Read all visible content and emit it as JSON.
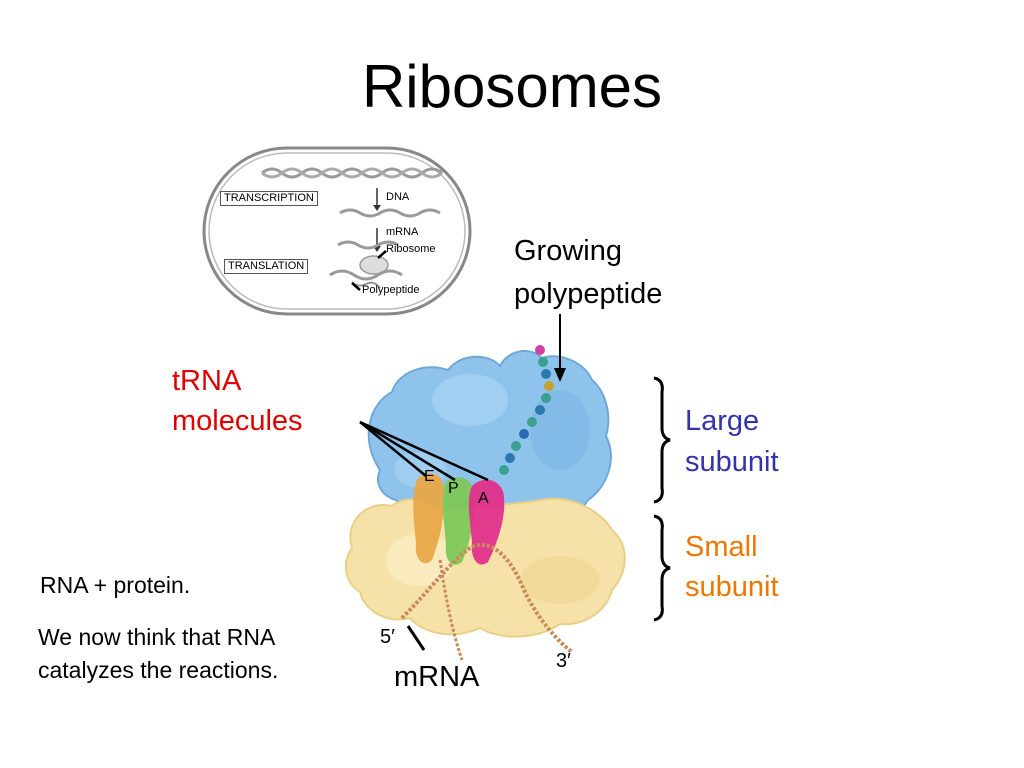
{
  "slide": {
    "title": "Ribosomes"
  },
  "inset": {
    "transcription": "TRANSCRIPTION",
    "translation": "TRANSLATION",
    "dna": "DNA",
    "mrna": "mRNA",
    "ribosome": "Ribosome",
    "polypeptide": "Polypeptide"
  },
  "labels": {
    "growing_polypeptide_line1": "Growing",
    "growing_polypeptide_line2": "polypeptide",
    "trna_line1": "tRNA",
    "trna_line2": "molecules",
    "large_subunit_line1": "Large",
    "large_subunit_line2": "subunit",
    "small_subunit_line1": "Small",
    "small_subunit_line2": "subunit",
    "site_e": "E",
    "site_p": "P",
    "site_a": "A",
    "five_prime": "5′",
    "three_prime": "3′",
    "mrna": "mRNA"
  },
  "notes": {
    "line1": "RNA + protein.",
    "line2a": "We now think that RNA",
    "line2b": "catalyzes the reactions."
  },
  "colors": {
    "trna_label": "#e00000",
    "large_subunit": "#3333aa",
    "small_subunit": "#ee7700",
    "large_subunit_fill": "#8ec4ec",
    "small_subunit_fill": "#f6e2a8",
    "site_e_fill": "#e8a848",
    "site_p_fill": "#7ec85a",
    "site_a_fill": "#e0308a"
  }
}
